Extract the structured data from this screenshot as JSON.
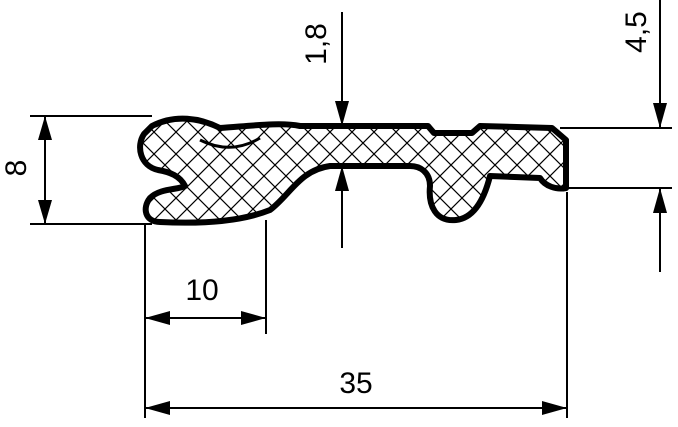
{
  "dimensions": {
    "width_total": "35",
    "width_part": "10",
    "height_left": "8",
    "thickness_mid": "1,8",
    "height_right": "4,5"
  },
  "colors": {
    "ink": "#000000",
    "background": "#ffffff"
  }
}
